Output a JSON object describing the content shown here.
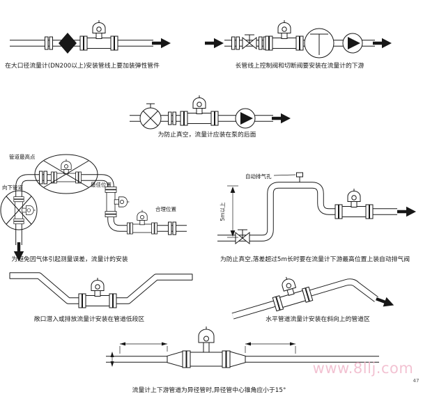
{
  "page": {
    "watermark": "www.8llj.com",
    "page_number": "47",
    "ink_color": "#171717",
    "watermark_color": "#f0b4c8",
    "background": "#ffffff"
  },
  "captions": {
    "d1": "在大口径流量计(DN200以上)安装管线上要加装弹性管件",
    "d2": "长管线上控制阀和切断阀要安装在流量计的下游",
    "d3": "为防止真空，流量计应装在泵的后面",
    "d4": "为避免因气体引起测量误差，流量计的安装",
    "d5": "为防止真空,落差超过5m长时要在流量计下游最高位置上装自动排气阀",
    "d6": "敞口潜入或排放流量计安装在管道低段区",
    "d7": "水平管道流量计安装在斜向上的管道区",
    "d8": "流量计上下游管道为异径管时,异径管中心锥角应小于15°"
  },
  "labels": {
    "highest_point": "管道最高点",
    "down_pipe": "向下管道",
    "best_position": "最佳位置",
    "reasonable_position": "合理位置",
    "auto_vent": "自动排气孔",
    "drop_height": "5m以上"
  },
  "icons": {
    "flowmeter": "flanged electromagnetic flowmeter with transmitter head",
    "gate_valve": "bowtie gate valve with T handle",
    "pump": "circle with solid triangle",
    "flow_arrow": "solid flow direction arrow",
    "cross_out": "ellipse with X marking wrong position"
  }
}
